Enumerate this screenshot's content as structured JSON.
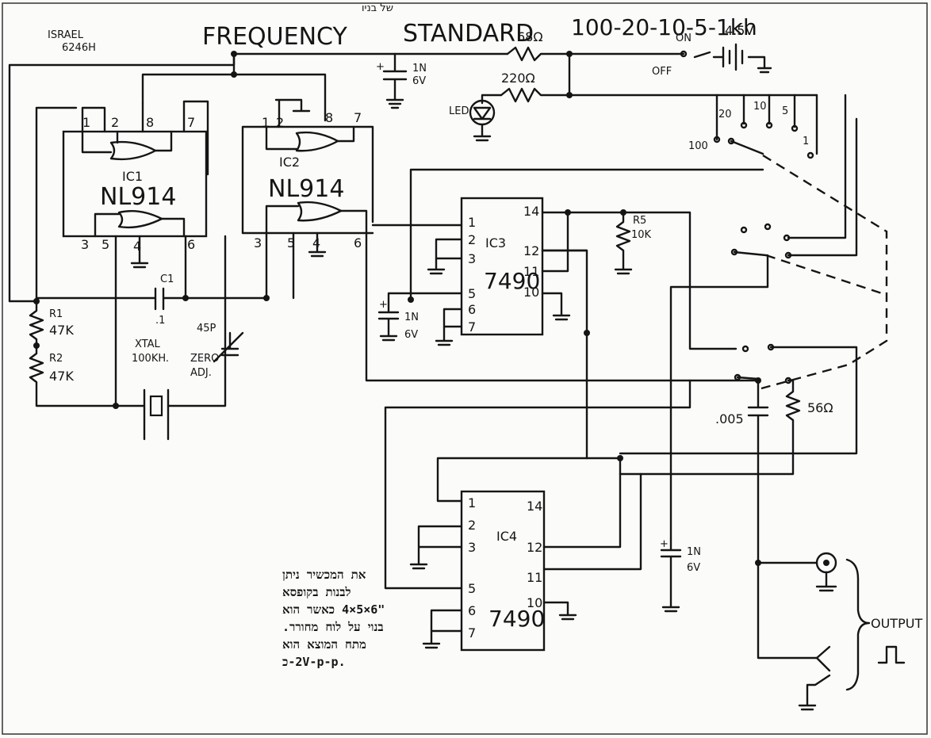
{
  "header": {
    "top_hebrew": "של בניו",
    "title_left": "FREQUENCY",
    "title_right": "STANDARD",
    "freq_list": "100-20-10-5-1kh",
    "corner_note_1": "ISRAEL",
    "corner_note_2": "6246H"
  },
  "power": {
    "r_series": "68Ω",
    "switch_on": "ON",
    "switch_off": "OFF",
    "battery": "4.5V",
    "cap_value": "1N",
    "cap_volt": "6V",
    "led_label": "LED",
    "led_res": "220Ω"
  },
  "ic1": {
    "name": "IC1",
    "part": "NL914",
    "pins": [
      "1",
      "2",
      "8",
      "7",
      "3",
      "5",
      "4",
      "6"
    ]
  },
  "ic2": {
    "name": "IC2",
    "part": "NL914",
    "pins": [
      "1",
      "2",
      "8",
      "7",
      "3",
      "5",
      "4",
      "6"
    ]
  },
  "ic3": {
    "name": "IC3",
    "part": "7490",
    "left_pins": [
      "1",
      "2",
      "3",
      "5",
      "6",
      "7"
    ],
    "right_pins": [
      "14",
      "12",
      "11",
      "10"
    ]
  },
  "ic4": {
    "name": "IC4",
    "part": "7490",
    "left_pins": [
      "1",
      "2",
      "3",
      "5",
      "6",
      "7"
    ],
    "right_pins": [
      "14",
      "12",
      "11",
      "10"
    ]
  },
  "osc": {
    "c1": "C1",
    "c1_val": ".1",
    "r1": "R1",
    "r1_val": "47K",
    "r2": "R2",
    "r2_val": "47K",
    "xtal": "XTAL",
    "xtal_freq": "100KH.",
    "trim": "45P",
    "trim_note_1": "ZERO",
    "trim_note_2": "ADJ."
  },
  "ic3_parts": {
    "r5": "R5",
    "r5_val": "10K",
    "cap": "1N",
    "cap_v": "6V"
  },
  "selector": {
    "p100": "100",
    "p20": "20",
    "p10": "10",
    "p5": "5",
    "p1": "1"
  },
  "output_net": {
    "cap": ".005",
    "res": "56Ω",
    "cap2": "1N",
    "cap2_v": "6V",
    "output_label": "OUTPUT",
    "pulse_icon": "square-pulse-icon"
  },
  "note_lines": [
    "את המכשיר ניתן",
    "לבנות בקופסא",
    "\"6×5×4 כאשר הוא",
    "בנוי על לוח מחורר.",
    "מתח המוצא הוא",
    ".2V-p-p-כ"
  ]
}
